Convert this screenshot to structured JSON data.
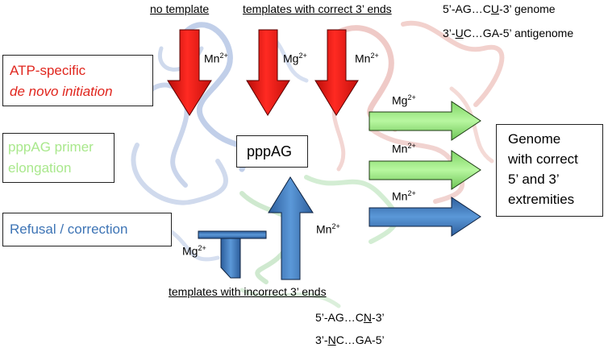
{
  "headers": {
    "no_template": "no template",
    "correct_ends": "templates with correct 3’ ends",
    "incorrect_ends": "templates with incorrect 3’ ends"
  },
  "sequences": {
    "genome": {
      "pre": "5’-AG…C",
      "u": "U",
      "post": "-3’ genome"
    },
    "antigenome": {
      "pre": "3’-",
      "u": "U",
      "post": "C…GA-5’ antigenome"
    },
    "incorrect_top": {
      "pre": "5’-AG…C",
      "u": "N",
      "post": "-3’"
    },
    "incorrect_bottom": {
      "pre": "3’-",
      "u": "N",
      "post": "C…GA-5’"
    }
  },
  "legend": {
    "initiation_line1": "ATP-specific",
    "initiation_line2": "de novo initiation",
    "elongation_line1": "pppAG primer",
    "elongation_line2": "elongation",
    "refusal": "Refusal / correction"
  },
  "center_label": "pppAG",
  "result_box": [
    "Genome",
    "with correct",
    "5’ and 3’",
    "extremities"
  ],
  "ions": {
    "mn": "Mn",
    "mg": "Mg",
    "charge": "2+"
  },
  "colors": {
    "red": "#e8201a",
    "green": "#a6f08a",
    "blue": "#4a86c8",
    "legend_red": "#e0261e",
    "legend_green": "#a9e88c",
    "legend_blue": "#3d74b5"
  }
}
